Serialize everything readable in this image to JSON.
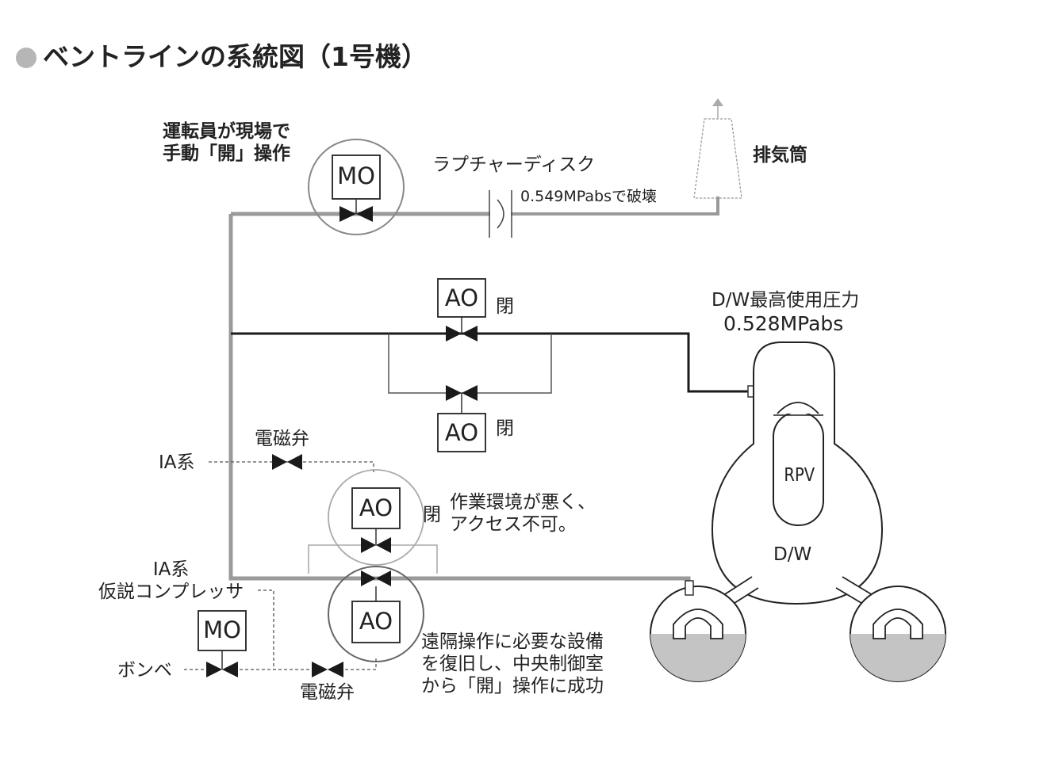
{
  "title": "ベントラインの系統図（1号機）",
  "labels": {
    "operator_note": "運転員が現場で\n手動「開」操作",
    "rupture_disk": "ラプチャーディスク",
    "rupture_pressure": "0.549MPabsで破壊",
    "stack": "排気筒",
    "dw_max_pressure_line1": "D/W最高使用圧力",
    "dw_max_pressure_line2": "0.528MPabs",
    "closed_upper": "閉",
    "closed_lower": "閉",
    "closed_middle": "閉",
    "solenoid_upper": "電磁弁",
    "solenoid_lower": "電磁弁",
    "ia_system_upper": "IA系",
    "ia_temp_compressor": "IA系\n仮説コンプレッサ",
    "cylinder": "ボンベ",
    "inaccessible_note": "作業環境が悪く、\nアクセス不可。",
    "success_note": "遠隔操作に必要な設備\nを復旧し、中央制御室\nから「開」操作に成功",
    "rpv": "RPV",
    "dw": "D/W"
  },
  "valves": {
    "mo_top": "MO",
    "ao_upper": "AO",
    "ao_bypass": "AO",
    "ao_middle": "AO",
    "ao_bottom": "AO",
    "mo_bottom": "MO"
  },
  "colors": {
    "line_dark": "#1a1a1a",
    "line_grey": "#9a9a9a",
    "water": "#c4c4c4",
    "circle": "#888888"
  }
}
